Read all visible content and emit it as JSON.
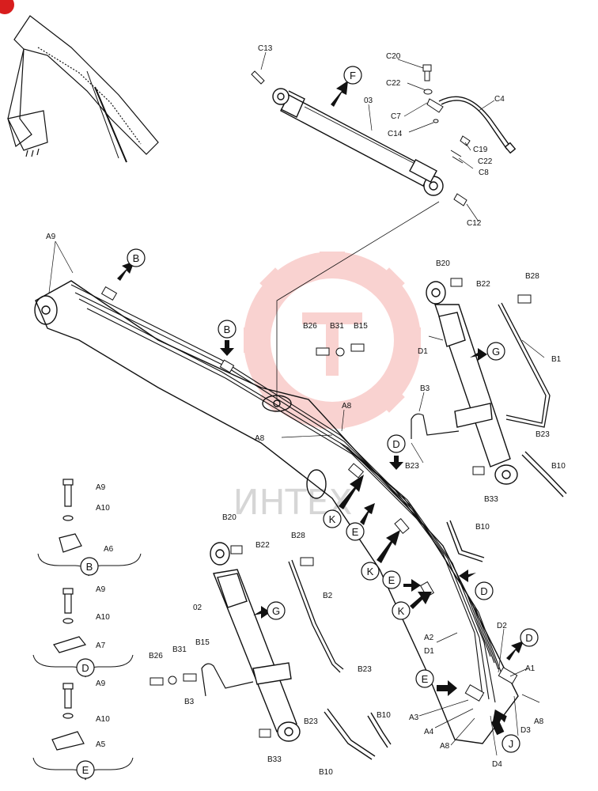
{
  "watermark": "ИНТЕХ",
  "callouts": [
    "B",
    "D",
    "E"
  ],
  "view_markers": {
    "F": "F",
    "B_top": "B",
    "B_mid": "B",
    "G_right": "G",
    "G_left": "G",
    "D_mid": "D",
    "D_right": "D",
    "D_bottom": "D",
    "K_1": "K",
    "K_2": "K",
    "K_3": "K",
    "E_1": "E",
    "E_2": "E",
    "E_3": "E",
    "J": "J"
  },
  "labels": {
    "C13": "C13",
    "C20": "C20",
    "C22a": "C22",
    "C4": "C4",
    "C7": "C7",
    "n03": "03",
    "C14": "C14",
    "C19": "C19",
    "C22b": "C22",
    "C8": "C8",
    "C12": "C12",
    "A9_top": "A9",
    "B20_r": "B20",
    "B22_r": "B22",
    "B28_r": "B28",
    "B26_m": "B26",
    "B31_m": "B31",
    "B15_m": "B15",
    "D1_cyl": "D1",
    "B1": "B1",
    "B3_m": "B3",
    "A8_1": "A8",
    "A8_2": "A8",
    "B23_r": "B23",
    "B23_m": "B23",
    "B10_r": "B10",
    "B33_r": "B33",
    "B10_m": "B10",
    "A9_b": "A9",
    "A10_b": "A10",
    "A6": "A6",
    "A9_d": "A9",
    "A10_d": "A10",
    "A7": "A7",
    "A9_e": "A9",
    "A10_e": "A10",
    "A5": "A5",
    "B20_l": "B20",
    "B22_l": "B22",
    "B28_l": "B28",
    "n02": "02",
    "B2": "B2",
    "B26_l": "B26",
    "B31_l": "B31",
    "B15_l": "B15",
    "B3_l": "B3",
    "B23_l": "B23",
    "B23_l2": "B23",
    "B10_l": "B10",
    "B33_l": "B33",
    "B10_l2": "B10",
    "A2": "A2",
    "D1_b": "D1",
    "D2": "D2",
    "A1": "A1",
    "A3": "A3",
    "A4": "A4",
    "A8_3": "A8",
    "D3": "D3",
    "A8_4": "A8",
    "D4": "D4"
  }
}
